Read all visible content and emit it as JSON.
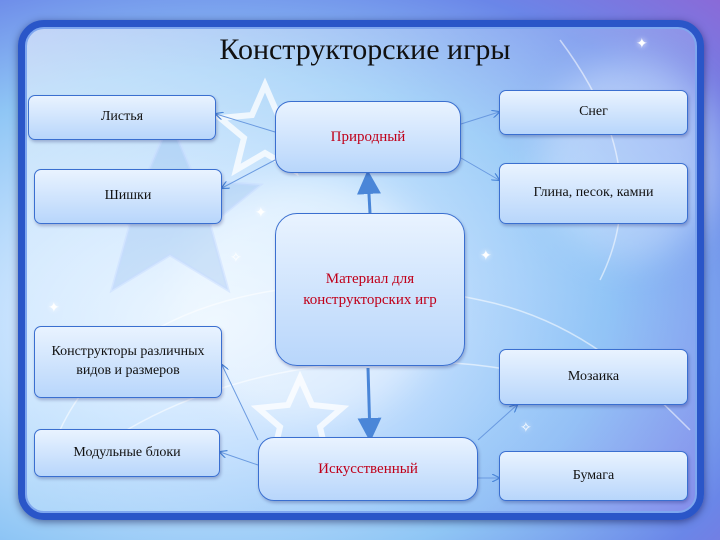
{
  "title": "Конструкторские игры",
  "nodes": {
    "center": "Материал для конструкторских игр",
    "natural": "Природный",
    "artificial": "Искусственный",
    "leaves": "Листья",
    "cones": "Шишки",
    "snow": "Снег",
    "clay": "Глина, песок, камни",
    "constructors": "Конструкторы различных видов и размеров",
    "blocks": "Модульные блоки",
    "mosaic": "Мозаика",
    "paper": "Бумага"
  },
  "colors": {
    "frame": "#2a56c8",
    "box_border": "#3a6fd0",
    "category_text": "#c0001a",
    "arrow": "#4a86d8"
  }
}
